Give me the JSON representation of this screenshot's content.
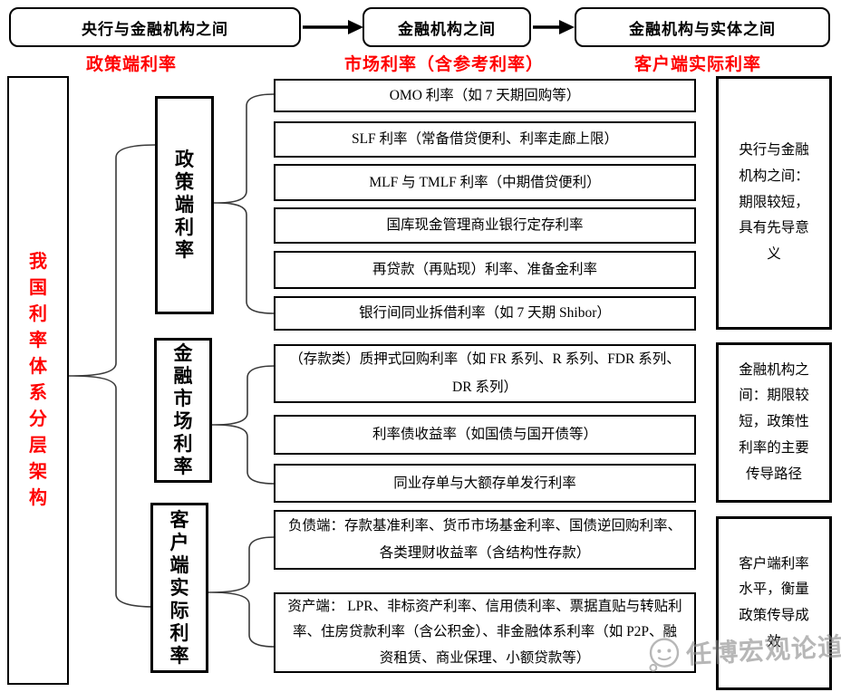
{
  "title_flow": {
    "nodes": [
      "央行与金融机构之间",
      "金融机构之间",
      "金融机构与实体之间"
    ],
    "stage_labels": [
      "政策端利率",
      "市场利率（含参考利率）",
      "客户端实际利率"
    ]
  },
  "root_label": "我国利率体系分层架构",
  "tiers": [
    {
      "name": "政策端利率",
      "items": [
        "OMO 利率（如 7 天期回购等）",
        "SLF 利率（常备借贷便利、利率走廊上限）",
        "MLF 与 TMLF 利率（中期借贷便利）",
        "国库现金管理商业银行定存利率",
        "再贷款（再贴现）利率、准备金利率",
        "银行间同业拆借利率（如 7 天期 Shibor）"
      ],
      "note": "央行与金融机构之间：期限较短，具有先导意义"
    },
    {
      "name": "金融市场利率",
      "items": [
        "（存款类）质押式回购利率（如 FR 系列、R 系列、FDR 系列、DR 系列）",
        "利率债收益率（如国债与国开债等）",
        "同业存单与大额存单发行利率"
      ],
      "note": "金融机构之间：期限较短，政策性利率的主要传导路径"
    },
    {
      "name": "客户端实际利率",
      "items": [
        "负债端：存款基准利率、货币市场基金利率、国债逆回购利率、各类理财收益率（含结构性存款）",
        "资产端： LPR、非标资产利率、信用债利率、票据直贴与转贴利率、住房贷款利率（含公积金）、非金融体系利率（如 P2P、融资租赁、商业保理、小额贷款等）"
      ],
      "note": "客户端利率水平，衡量政策传导成效"
    }
  ],
  "watermark": {
    "text": "任博宏观论道"
  },
  "colors": {
    "accent_red": "#ff0000",
    "line_black": "#000000",
    "brace_gray": "#3a3a3a",
    "watermark_gray": "#8c8c8c"
  }
}
